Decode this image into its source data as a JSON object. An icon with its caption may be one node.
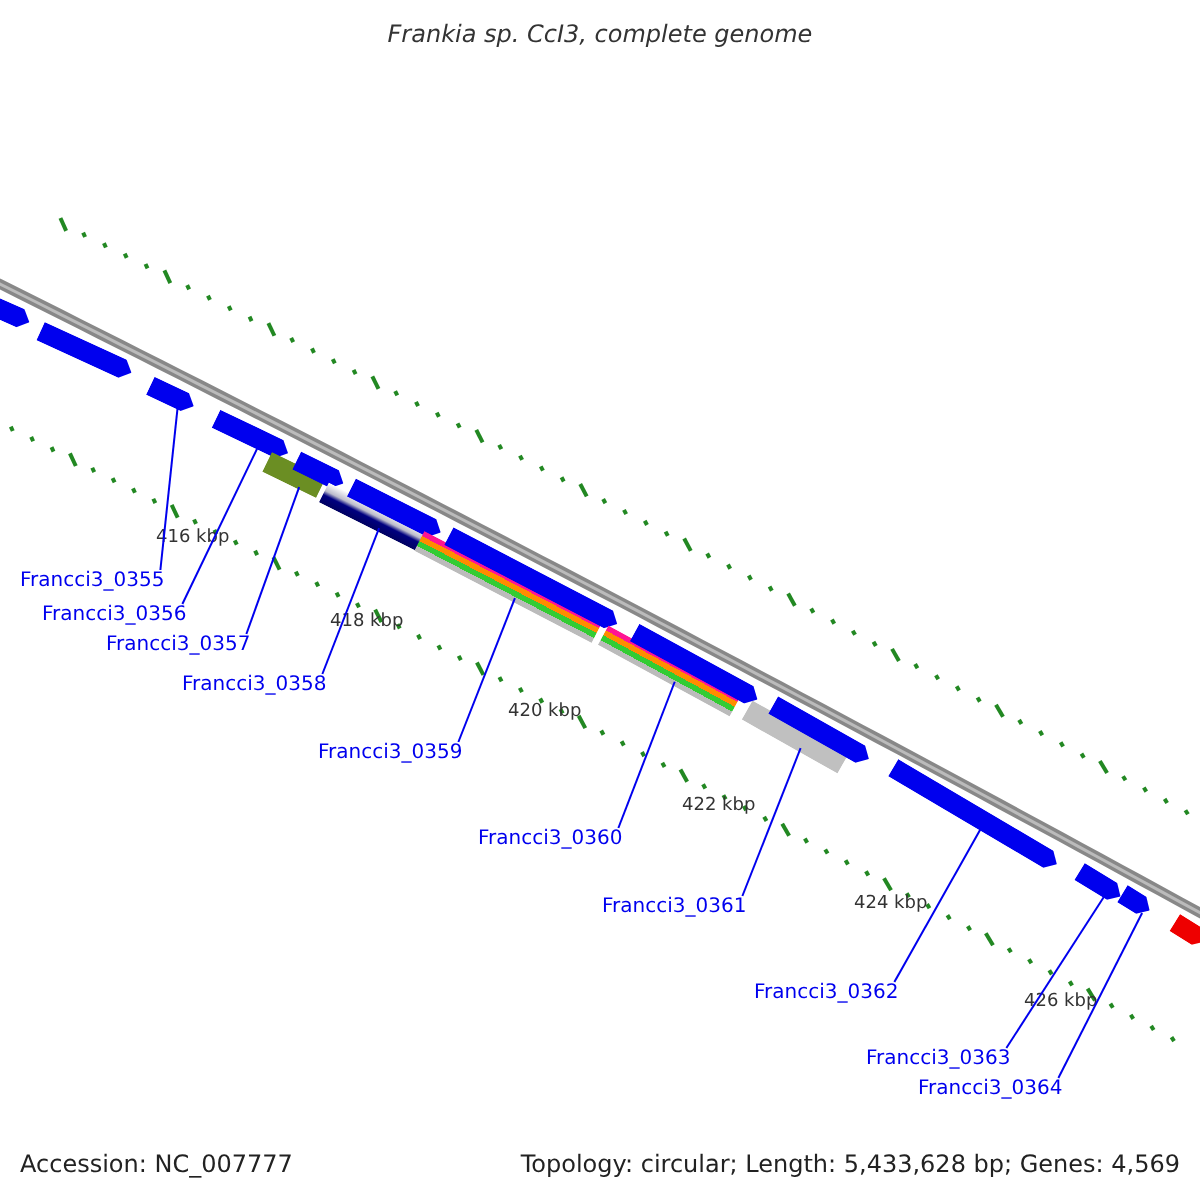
{
  "diagram": {
    "title": "Frankia sp. CcI3, complete genome",
    "nodes": [
      {
        "text": [],
        "shape": "bar"
      },
      {
        "text": [],
        "shape": "bar"
      },
      {
        "text": [],
        "shape": "bar"
      },
      {
        "text": [],
        "shape": "bar"
      },
      {
        "text": [],
        "shape": "bar"
      },
      {
        "text": [],
        "shape": "bar"
      },
      {
        "text": [],
        "shape": "bar"
      },
      {
        "text": [],
        "shape": "bar"
      },
      {
        "text": [],
        "shape": "bar"
      },
      {
        "text": [],
        "shape": "bar"
      },
      {
        "text": [],
        "shape": "bar"
      },
      {
        "text": [],
        "shape": "bar"
      },
      {
        "text": [],
        "shape": "bar"
      },
      {
        "text": [],
        "shape": "bar"
      },
      {
        "text": [],
        "shape": "bar"
      },
      {
        "text": [],
        "shape": "bar"
      },
      {
        "text": [],
        "shape": "bar"
      },
      {
        "text": [],
        "shape": "bar"
      },
      {
        "text": [
          "Francci3_0355"
        ]
      },
      {
        "text": [
          "Francci3_0356"
        ]
      },
      {
        "text": [
          "Francci3_0357"
        ]
      },
      {
        "text": [
          "Francci3_0358"
        ]
      },
      {
        "text": [
          "Francci3_0359"
        ]
      },
      {
        "text": [
          "Francci3_0360"
        ]
      },
      {
        "text": [
          "Francci3_0361"
        ]
      },
      {
        "text": [
          "Francci3_0362"
        ]
      },
      {
        "text": [
          "Francci3_0363"
        ]
      },
      {
        "text": [
          "Francci3_0364"
        ]
      }
    ],
    "edges": [
      {
        "from": 18,
        "to": 2,
        "arrow": "none"
      },
      {
        "from": 19,
        "to": 3,
        "arrow": "none"
      },
      {
        "from": 20,
        "to": 4,
        "arrow": "none"
      },
      {
        "from": 21,
        "to": 6,
        "arrow": "none"
      },
      {
        "from": 22,
        "to": 8,
        "arrow": "none"
      },
      {
        "from": 23,
        "to": 10,
        "arrow": "none"
      },
      {
        "from": 24,
        "to": 12,
        "arrow": "none"
      },
      {
        "from": 25,
        "to": 14,
        "arrow": "none"
      },
      {
        "from": 26,
        "to": 15,
        "arrow": "none"
      },
      {
        "from": 27,
        "to": 16,
        "arrow": "none"
      }
    ],
    "labels": [
      "416 kbp",
      "418 kbp",
      "420 kbp",
      "422 kbp",
      "424 kbp",
      "426 kbp",
      "Accession: NC_007777",
      "Topology: circular; Length: 5,433,628 bp; Genes: 4,569"
    ]
  }
}
